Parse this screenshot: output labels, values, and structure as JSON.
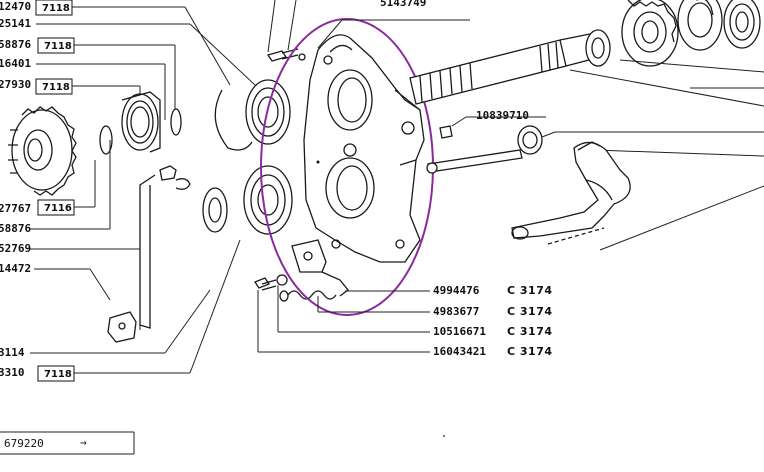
{
  "diagram": {
    "left_labels": [
      {
        "id": "l-top",
        "text": "12470",
        "ref": "7118"
      },
      {
        "id": "l-1",
        "text": "25141",
        "ref": ""
      },
      {
        "id": "l-2",
        "text": "58876",
        "ref": "7118"
      },
      {
        "id": "l-3",
        "text": "16401",
        "ref": ""
      },
      {
        "id": "l-4",
        "text": "27930",
        "ref": "7118"
      },
      {
        "id": "l-5",
        "text": "27767",
        "ref": "7116"
      },
      {
        "id": "l-6",
        "text": "58876",
        "ref": ""
      },
      {
        "id": "l-7",
        "text": "52769",
        "ref": ""
      },
      {
        "id": "l-8",
        "text": "14472",
        "ref": ""
      },
      {
        "id": "l-9",
        "text": "3114",
        "ref": ""
      },
      {
        "id": "l-10",
        "text": "3310",
        "ref": "7118"
      }
    ],
    "top_label": "5143749",
    "mid_label": "10839710",
    "part_rows": [
      {
        "number": "4994476",
        "code": "C 3174"
      },
      {
        "number": "4983677",
        "code": "C 3174"
      },
      {
        "number": "10516671",
        "code": "C 3174"
      },
      {
        "number": "16043421",
        "code": "C 3174"
      }
    ],
    "highlight_color": "#8a2a9e",
    "footer": {
      "serial": "679220",
      "arrow": "→"
    }
  }
}
